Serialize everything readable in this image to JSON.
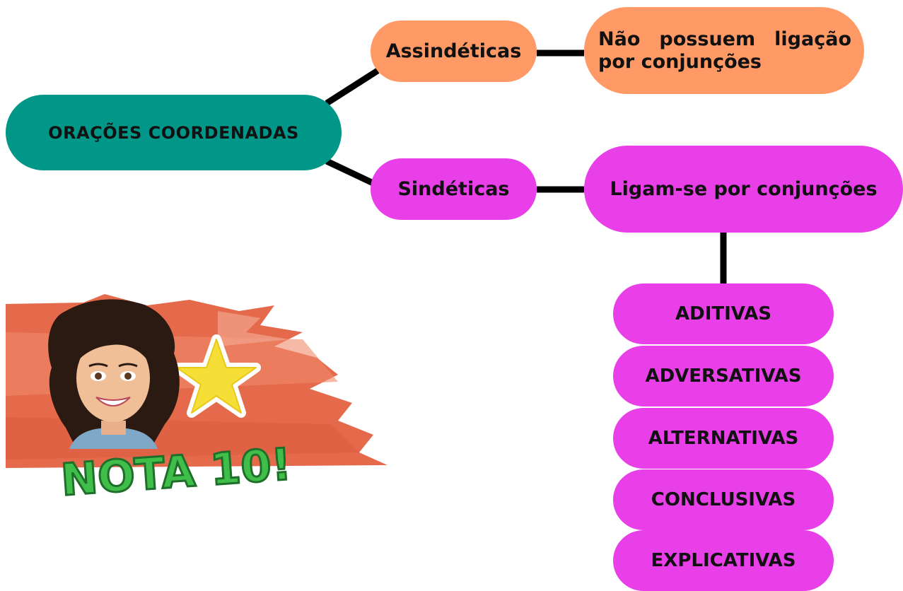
{
  "diagram": {
    "root": "ORAÇÕES COORDENADAS",
    "branches": [
      {
        "label": "Assindéticas",
        "description": [
          "Não possuem ligação",
          "por conjunções"
        ],
        "color": "#ff9966"
      },
      {
        "label": "Sindéticas",
        "description": "Ligam-se por conjunções",
        "color": "#e83fe8"
      }
    ],
    "types": [
      "ADITIVAS",
      "ADVERSATIVAS",
      "ALTERNATIVAS",
      "CONCLUSIVAS",
      "EXPLICATIVAS"
    ],
    "colors": {
      "root": "#009688",
      "orange": "#ff9966",
      "magenta": "#e83fe8",
      "connector": "#000000"
    }
  },
  "badge": {
    "text": "NOTA 10!",
    "icon": "avatar-star-icon"
  }
}
